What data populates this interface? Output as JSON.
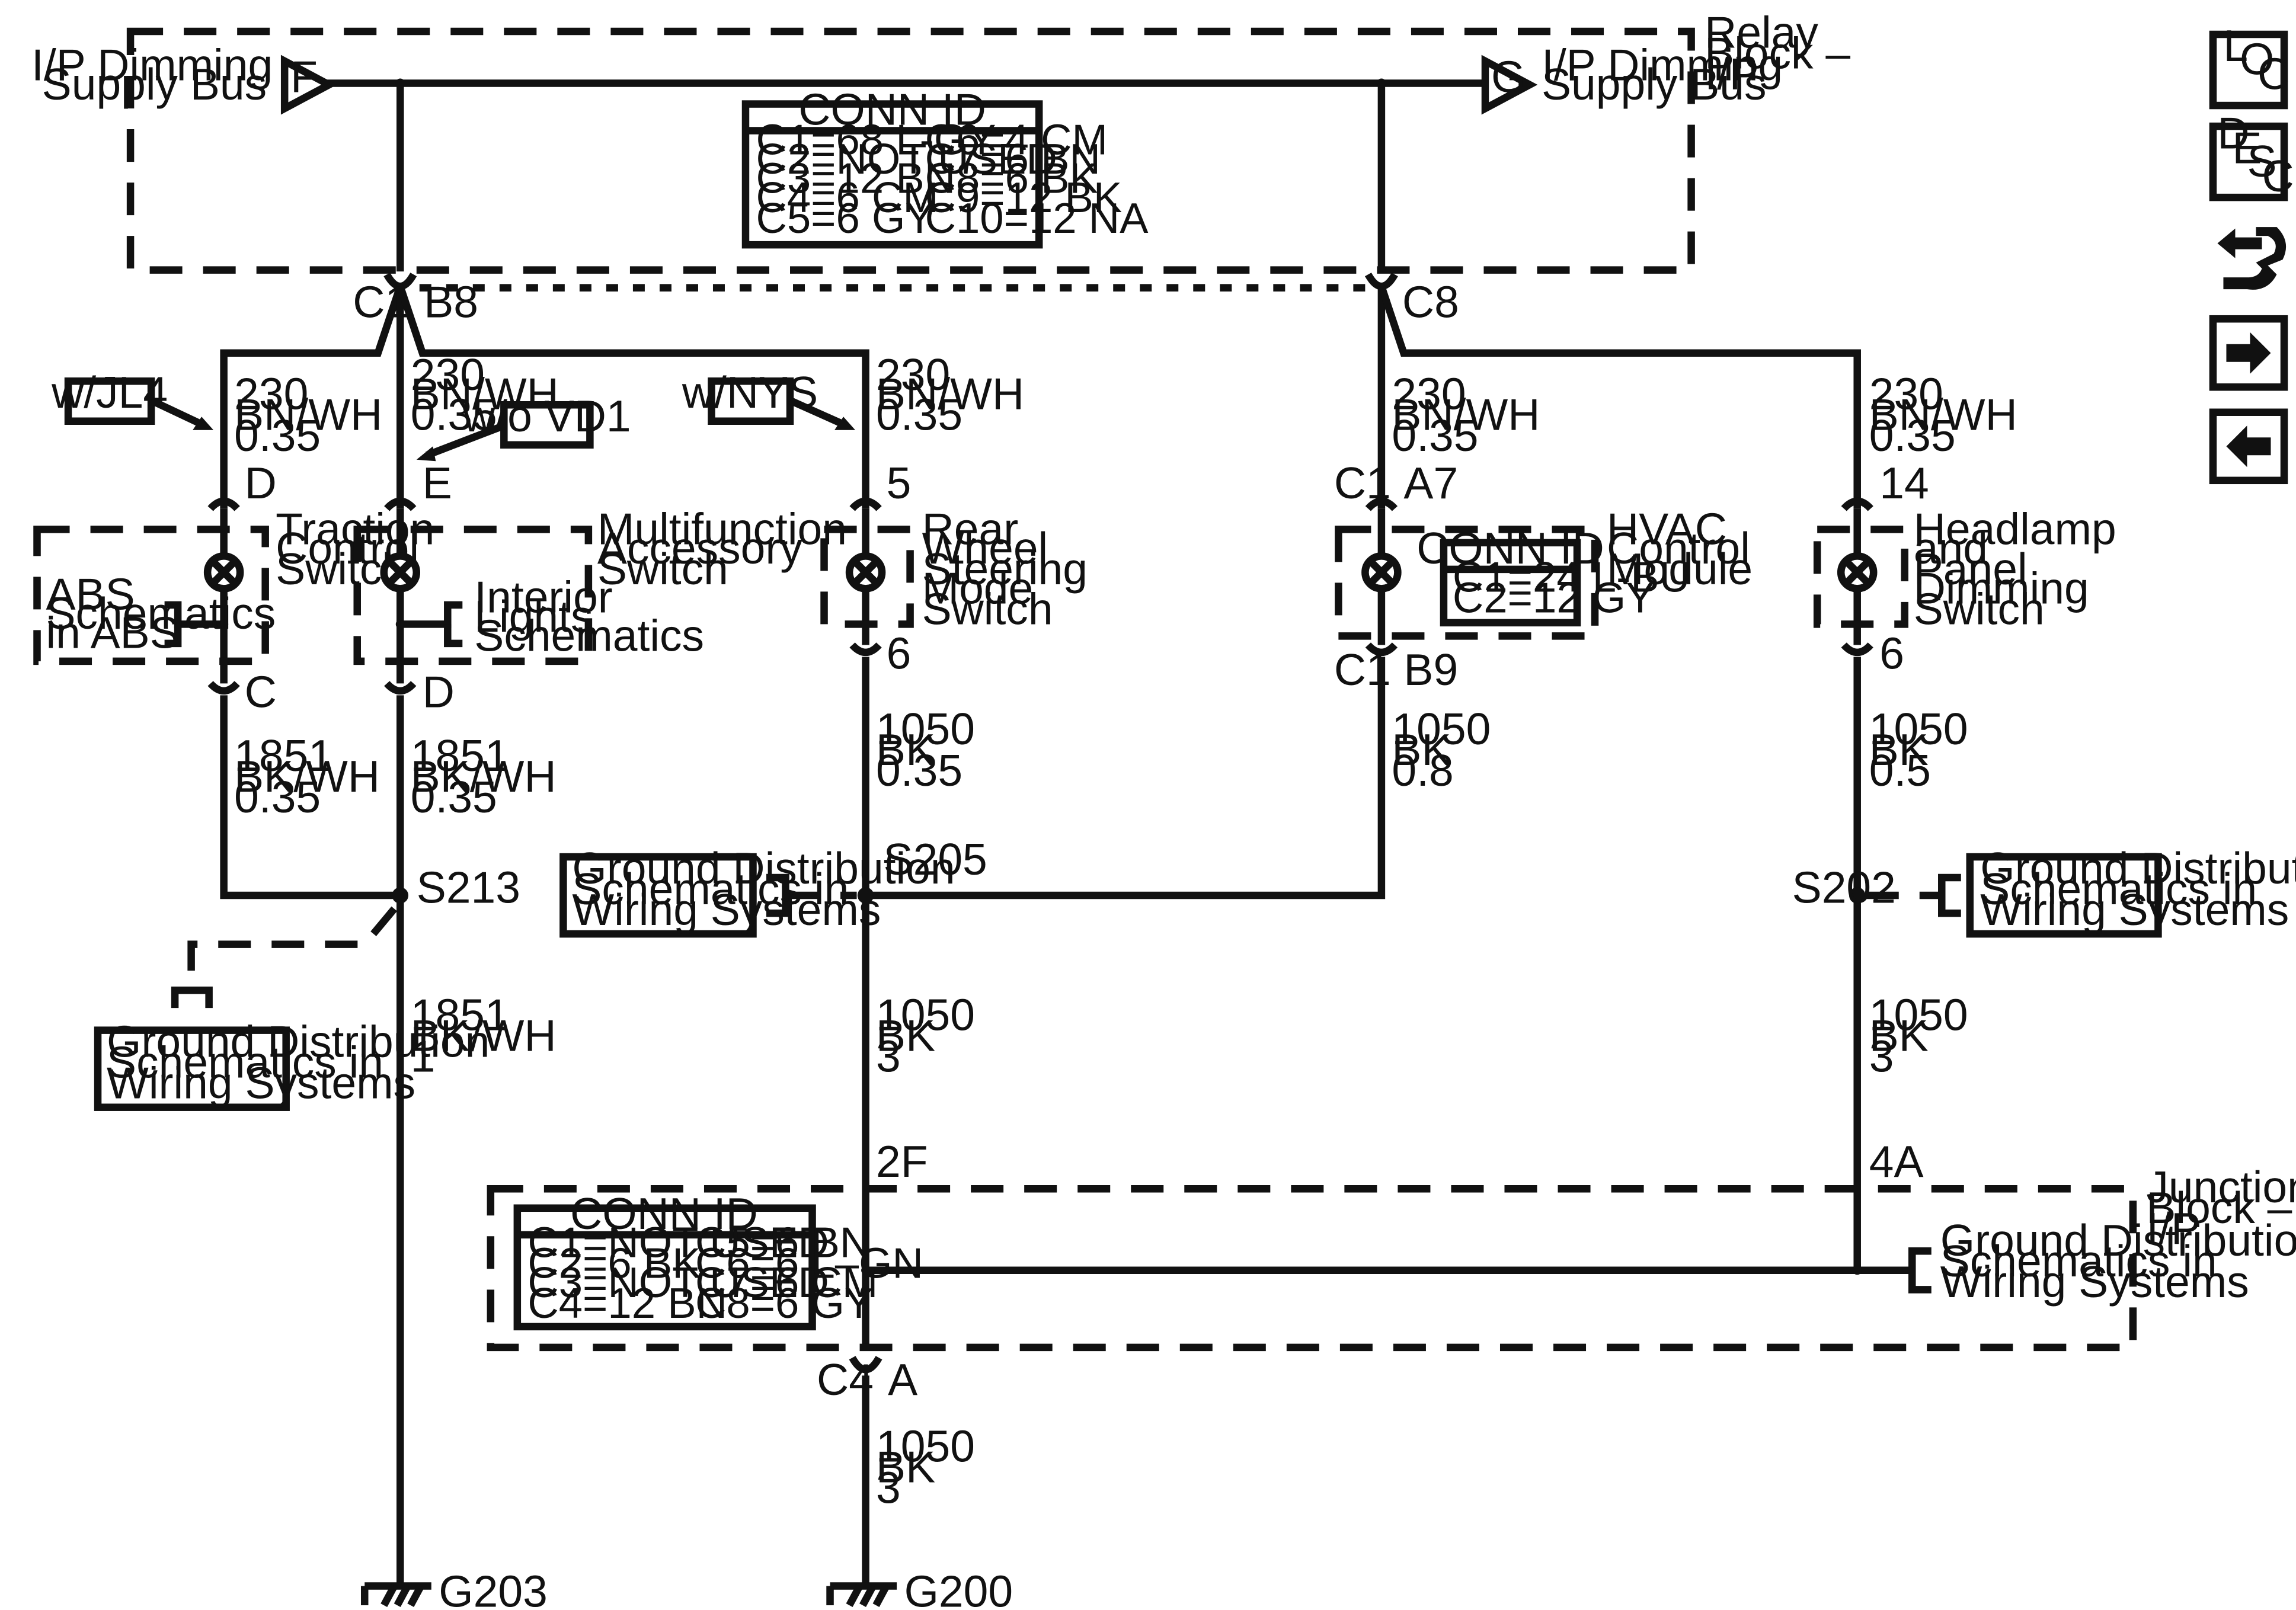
{
  "relay_block": {
    "label": [
      "Relay",
      "Block –",
      "I/P"
    ],
    "conn_id_title": "CONN ID",
    "conn_ids_left": [
      "C1=68 L-GY",
      "C2=NOT USED",
      "C3=12 BN",
      "C4=6 CM",
      "C5=6 GY"
    ],
    "conn_ids_right": [
      "C6=4 CM",
      "C7=6 BN",
      "C8=6 BK",
      "C9=12 BK",
      "C10=12 NA"
    ],
    "bus_left": {
      "letter": "F",
      "label": [
        "I/P Dimming",
        "Supply Bus"
      ]
    },
    "bus_right": {
      "letter": "G",
      "label": [
        "I/P Dimming",
        "Supply Bus"
      ]
    },
    "connector_left": {
      "conn": "C1",
      "pin": "B8"
    },
    "connector_right": {
      "conn": "C8"
    }
  },
  "options": {
    "jl4": "w/JL4",
    "vd1": "w/o VD1",
    "nys": "w/NYS"
  },
  "wires": {
    "w230_traction": [
      "230",
      "BN/WH",
      "0.35"
    ],
    "w230_multi": [
      "230",
      "BN/WH",
      "0.35"
    ],
    "w230_rear": [
      "230",
      "BN/WH",
      "0.35"
    ],
    "w230_hvac": [
      "230",
      "BN/WH",
      "0.35"
    ],
    "w230_head": [
      "230",
      "BN/WH",
      "0.35"
    ],
    "w1851_traction": [
      "1851",
      "BK/WH",
      "0.35"
    ],
    "w1851_multi": [
      "1851",
      "BK/WH",
      "0.35"
    ],
    "w1851_ground": [
      "1851",
      "BK/WH",
      "1"
    ],
    "w1050_rear": [
      "1050",
      "BK",
      "0.35"
    ],
    "w1050_hvac": [
      "1050",
      "BK",
      "0.8"
    ],
    "w1050_head": [
      "1050",
      "BK",
      "0.5"
    ],
    "w1050_mid": [
      "1050",
      "BK",
      "3"
    ],
    "w1050_right": [
      "1050",
      "BK",
      "3"
    ],
    "w1050_bottom": [
      "1050",
      "BK",
      "3"
    ]
  },
  "components": {
    "traction": {
      "label": [
        "Traction",
        "Control",
        "Switch"
      ],
      "pin_top": "D",
      "pin_bottom": "C"
    },
    "abs_ref": [
      "ABS",
      "Schematics",
      "in ABS"
    ],
    "multifunction": {
      "label": [
        "Multifunction",
        "Accessory",
        "Switch"
      ],
      "pin_top": "E",
      "pin_bottom": "D"
    },
    "interior_ref": [
      "Interior",
      "Lights",
      "Schematics"
    ],
    "rear_wheel": {
      "label": [
        "Rear",
        "Wheel",
        "Steering",
        "Mode",
        "Switch"
      ],
      "pin_top": "5",
      "pin_bottom": "6"
    },
    "hvac": {
      "label": [
        "HVAC",
        "Control",
        "Module"
      ],
      "conn_top": "C1",
      "pin_top": "A7",
      "conn_bottom": "C1",
      "pin_bottom": "B9",
      "conn_id_title": "CONN ID",
      "conn_ids": [
        "C1=24 L-BU",
        "C2=12 GY"
      ]
    },
    "headlamp": {
      "label": [
        "Headlamp",
        "and",
        "Panel",
        "Dimming",
        "Switch"
      ],
      "pin_top": "14",
      "pin_bottom": "6"
    }
  },
  "splices": {
    "s213": "S213",
    "s205": "S205",
    "s202": "S202"
  },
  "ground_refs": {
    "left": [
      "Ground Distribution",
      "Schematics in",
      "Wiring Systems"
    ],
    "mid": [
      "Ground Distribution",
      "Schematics in",
      "Wiring Systems"
    ],
    "right": [
      "Ground Distribution",
      "Schematics in",
      "Wiring Systems"
    ],
    "junction": [
      "Ground Distribution",
      "Schematics in",
      "Wiring Systems"
    ]
  },
  "junction_block": {
    "label": [
      "Junction",
      "Block –",
      "I/P"
    ],
    "conn_id_title": "CONN ID",
    "conn_ids_left": [
      "C1=NOT USED",
      "C2=6 BK",
      "C3=NOT USED",
      "C4=12 BN"
    ],
    "conn_ids_right": [
      "C5=6 BN",
      "C6=6 L–GN",
      "C7=6 CM",
      "C8=6 GY"
    ],
    "pin_left": "2F",
    "pin_right": "4A",
    "connector_bottom": {
      "conn": "C4",
      "pin": "A"
    }
  },
  "grounds": {
    "g203": "G203",
    "g200": "G200"
  },
  "nav": {
    "loc": [
      "L",
      "O",
      "C"
    ],
    "desc": [
      "D",
      "E",
      "S",
      "C"
    ]
  },
  "icons": [
    "loc-icon",
    "desc-icon",
    "wrench-connector-icon",
    "next-arrow-icon",
    "previous-arrow-icon"
  ]
}
